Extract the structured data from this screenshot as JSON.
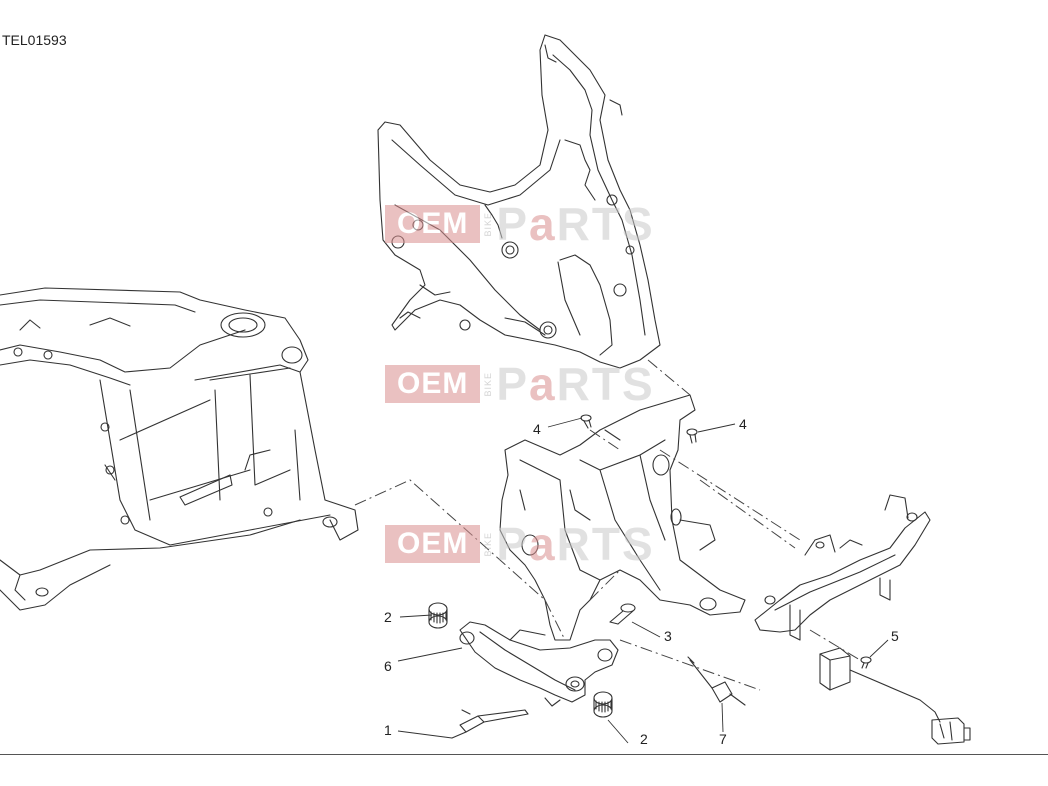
{
  "diagram": {
    "code": "TEL01593",
    "watermark": {
      "oem": "OEM",
      "bike": "BIKE",
      "parts_pre": "P",
      "parts_a": "a",
      "parts_post": "RTS"
    },
    "callouts": [
      {
        "id": "c1",
        "text": "1"
      },
      {
        "id": "c2a",
        "text": "2"
      },
      {
        "id": "c2b",
        "text": "2"
      },
      {
        "id": "c3",
        "text": "3"
      },
      {
        "id": "c4a",
        "text": "4"
      },
      {
        "id": "c4b",
        "text": "4"
      },
      {
        "id": "c5",
        "text": "5"
      },
      {
        "id": "c6",
        "text": "6"
      },
      {
        "id": "c7",
        "text": "7"
      }
    ]
  }
}
